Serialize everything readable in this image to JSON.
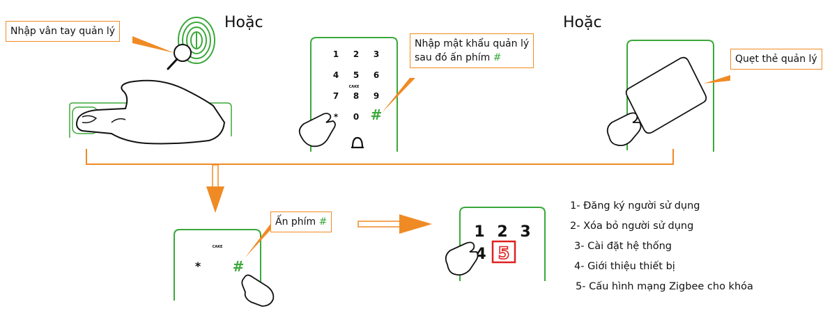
{
  "titles": {
    "or_left": "Hoặc",
    "or_right": "Hoặc"
  },
  "callouts": {
    "fingerprint": "Nhập vân tay quản lý",
    "password_line1": "Nhập mật khẩu quản lý",
    "password_line2_prefix": "sau đó ấn phím ",
    "card": "Quẹt thẻ quản lý",
    "press_hash_prefix": "Ấn phím ",
    "hash_symbol": "#"
  },
  "keypad": {
    "keys": [
      "1",
      "2",
      "3",
      "4",
      "5",
      "6",
      "7",
      "8",
      "9",
      "*",
      "0",
      "#"
    ],
    "brand": "CAKE"
  },
  "menu_keypad": {
    "keys": [
      "1",
      "2",
      "3",
      "4",
      "5"
    ],
    "highlight": "5"
  },
  "menu": {
    "items": [
      "1- Đăng ký người sử dụng",
      "2- Xóa bỏ người sử dụng",
      "3- Cài đặt hệ thống",
      "4- Giới thiệu thiết bị",
      "5- Cấu hình mạng Zigbee cho khóa"
    ]
  },
  "colors": {
    "orange": "#f08a24",
    "green": "#3aa83a",
    "red": "#e02020",
    "ink": "#111111"
  }
}
